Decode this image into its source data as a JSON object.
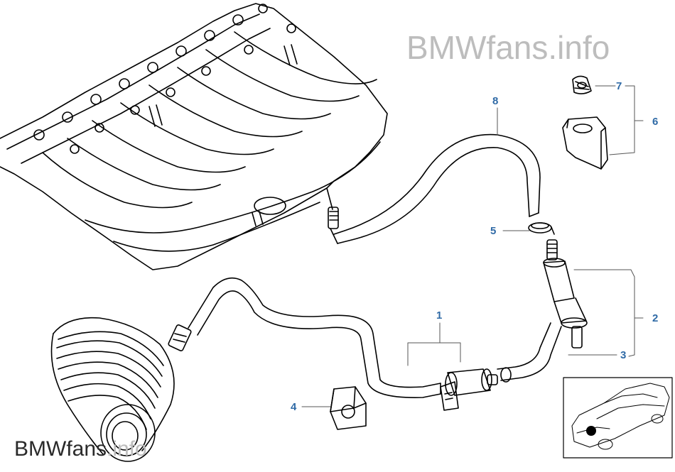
{
  "watermark": {
    "brand": "BMWfans",
    "suffix": ".info"
  },
  "callouts": [
    {
      "id": "1",
      "label": "1"
    },
    {
      "id": "2",
      "label": "2"
    },
    {
      "id": "3",
      "label": "3"
    },
    {
      "id": "4",
      "label": "4"
    },
    {
      "id": "5",
      "label": "5"
    },
    {
      "id": "6",
      "label": "6"
    },
    {
      "id": "7",
      "label": "7"
    },
    {
      "id": "8",
      "label": "8"
    }
  ],
  "colors": {
    "callout": "#2f6aa6",
    "line": "#000000",
    "watermark_top": "#bdbdbd"
  }
}
